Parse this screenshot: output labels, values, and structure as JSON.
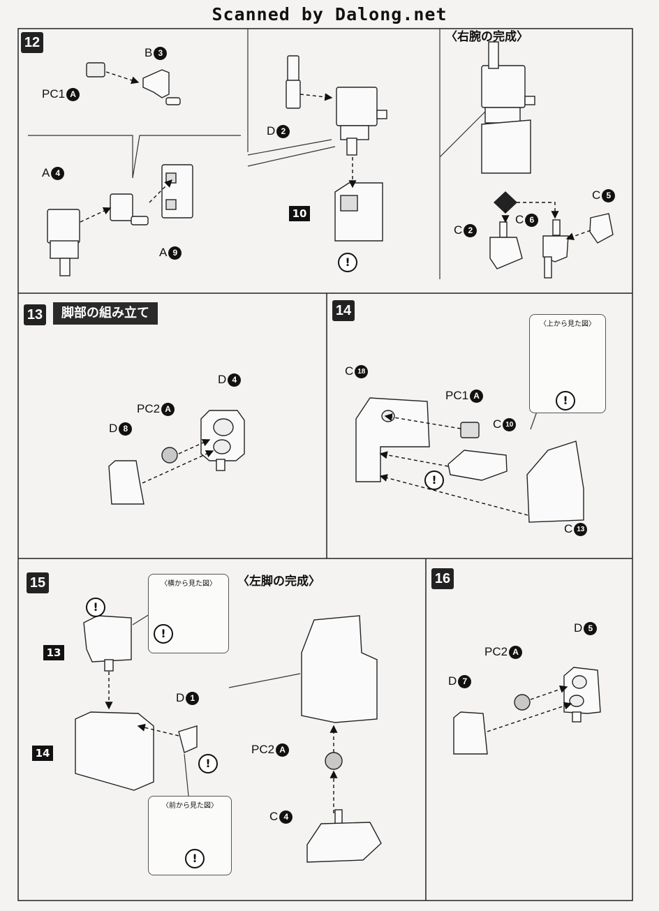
{
  "watermark": "Scanned by Dalong.net",
  "steps": {
    "s12": {
      "number": "12",
      "title": "〈右腕の完成〉",
      "parts": {
        "b3": {
          "letter": "B",
          "num": "3"
        },
        "pc1a": {
          "letter": "PC1",
          "num": "A"
        },
        "d2": {
          "letter": "D",
          "num": "2"
        },
        "a4": {
          "letter": "A",
          "num": "4"
        },
        "a9": {
          "letter": "A",
          "num": "9"
        },
        "c2": {
          "letter": "C",
          "num": "2"
        },
        "c6": {
          "letter": "C",
          "num": "6"
        },
        "c5": {
          "letter": "C",
          "num": "5"
        }
      },
      "ref": "10"
    },
    "s13": {
      "number": "13",
      "title": "脚部の組み立て",
      "parts": {
        "d4": {
          "letter": "D",
          "num": "4"
        },
        "pc2a": {
          "letter": "PC2",
          "num": "A"
        },
        "d8": {
          "letter": "D",
          "num": "8"
        }
      }
    },
    "s14": {
      "number": "14",
      "inset": "〈上から見た図〉",
      "parts": {
        "c18": {
          "letter": "C",
          "num": "18"
        },
        "pc1a": {
          "letter": "PC1",
          "num": "A"
        },
        "c10": {
          "letter": "C",
          "num": "10"
        },
        "c13": {
          "letter": "C",
          "num": "13"
        }
      }
    },
    "s15": {
      "number": "15",
      "title": "〈左脚の完成〉",
      "inset_side": "〈横から見た図〉",
      "inset_front": "〈前から見た図〉",
      "ref13": "13",
      "ref14": "14",
      "parts": {
        "d1": {
          "letter": "D",
          "num": "1"
        },
        "pc2a": {
          "letter": "PC2",
          "num": "A"
        },
        "c4": {
          "letter": "C",
          "num": "4"
        }
      }
    },
    "s16": {
      "number": "16",
      "parts": {
        "d5": {
          "letter": "D",
          "num": "5"
        },
        "pc2a": {
          "letter": "PC2",
          "num": "A"
        },
        "d7": {
          "letter": "D",
          "num": "7"
        }
      }
    }
  },
  "caution": "!"
}
